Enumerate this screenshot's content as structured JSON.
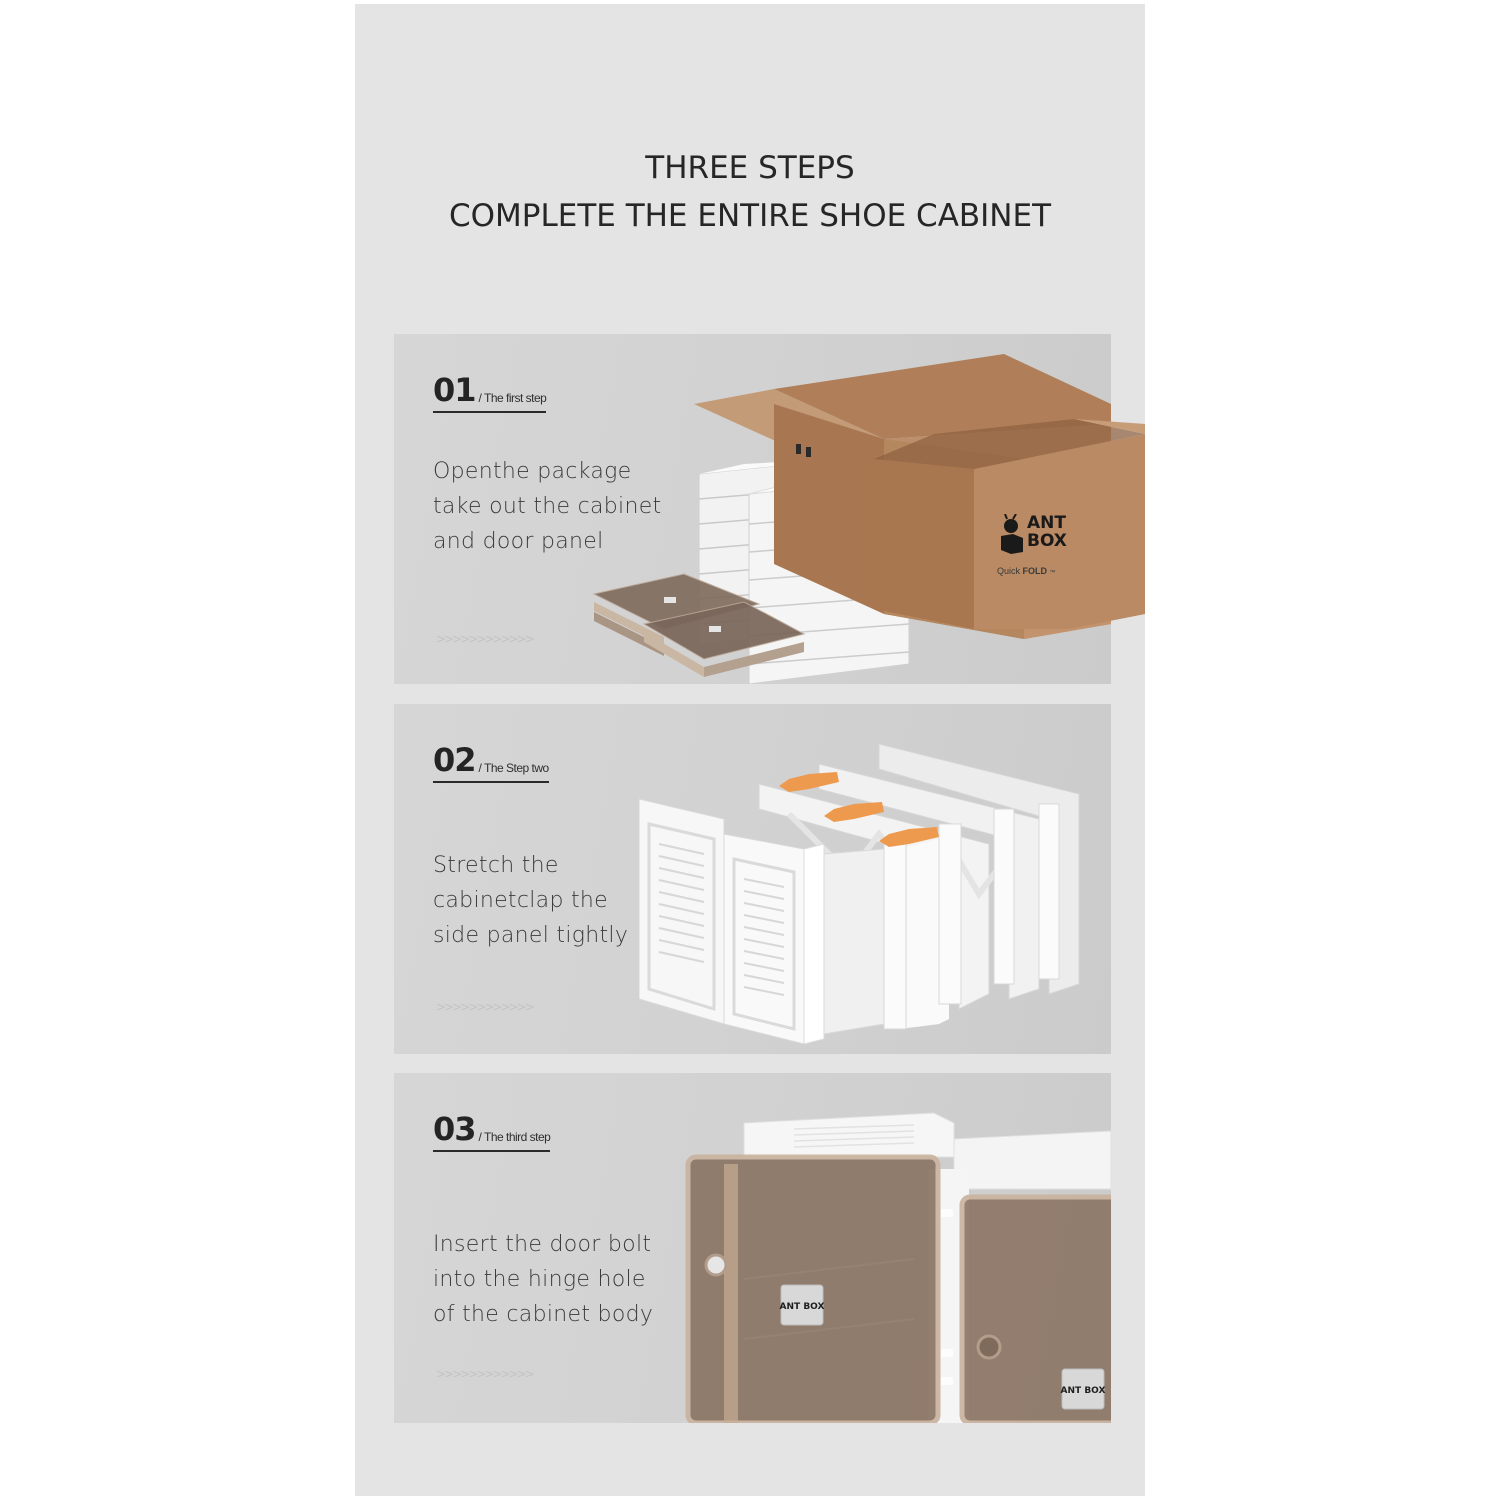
{
  "title": {
    "line1": "THREE STEPS",
    "line2": "COMPLETE THE ENTIRE SHOE CABINET"
  },
  "steps": [
    {
      "number": "01",
      "subtitle": "/ The first step",
      "description": [
        "Openthe package",
        "take out the cabinet",
        "and door panel"
      ],
      "chevrons": ">>>>>>>>>>>>",
      "image": "open-cardboard-box-with-folded-cabinets-icon",
      "box_brand": {
        "line1": "ANT",
        "line2": "BOX",
        "tagline_light": "Quick",
        "tagline_bold": "FOLD",
        "tm": "™"
      }
    },
    {
      "number": "02",
      "subtitle": "/ The Step two",
      "description": [
        "Stretch the",
        "cabinetclap the",
        "side panel tightly"
      ],
      "chevrons": ">>>>>>>>>>>>",
      "image": "unfolding-cabinet-frames-icon"
    },
    {
      "number": "03",
      "subtitle": "/ The third step",
      "description": [
        "Insert the door bolt",
        "into the hinge hole",
        "of the cabinet body"
      ],
      "chevrons": ">>>>>>>>>>>>",
      "image": "cabinet-with-transparent-doors-icon",
      "badge": {
        "line1": "ANT",
        "line2": "BOX"
      }
    }
  ],
  "colors": {
    "page_bg": "#e4e4e4",
    "panel_bg": "#d2d2d2",
    "text_dark": "#262626",
    "cardboard": "#b98a63",
    "arrow_orange": "#ee9a4e",
    "door_brown": "#8a7464"
  }
}
